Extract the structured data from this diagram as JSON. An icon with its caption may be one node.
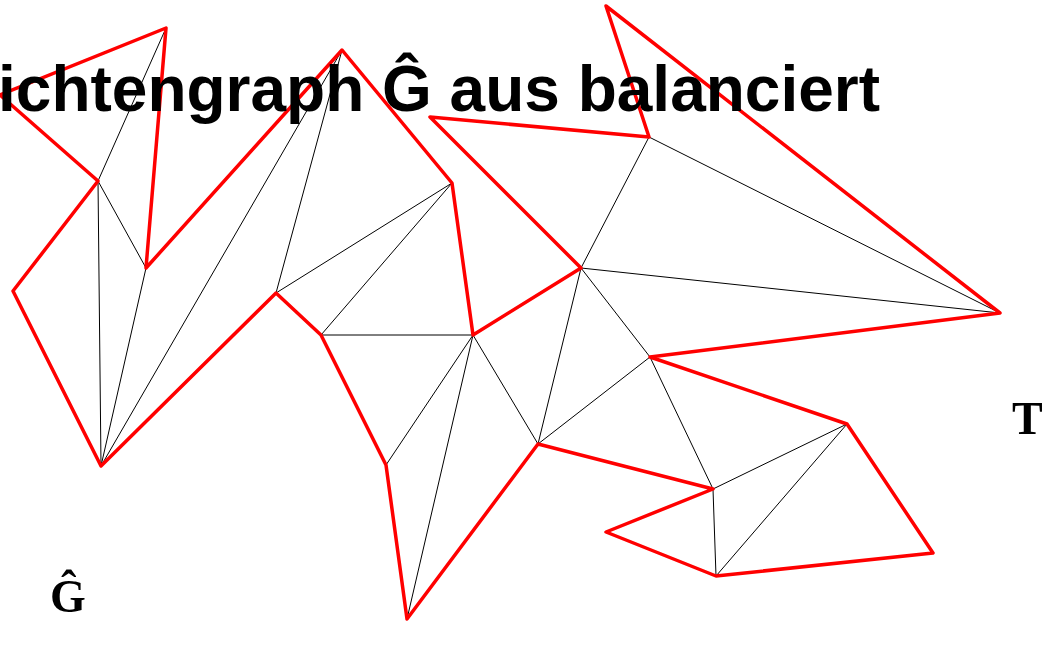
{
  "diagram": {
    "title": "ichtengraph Ĝ aus balanciert",
    "labels": [
      "T",
      "Ĝ"
    ]
  }
}
